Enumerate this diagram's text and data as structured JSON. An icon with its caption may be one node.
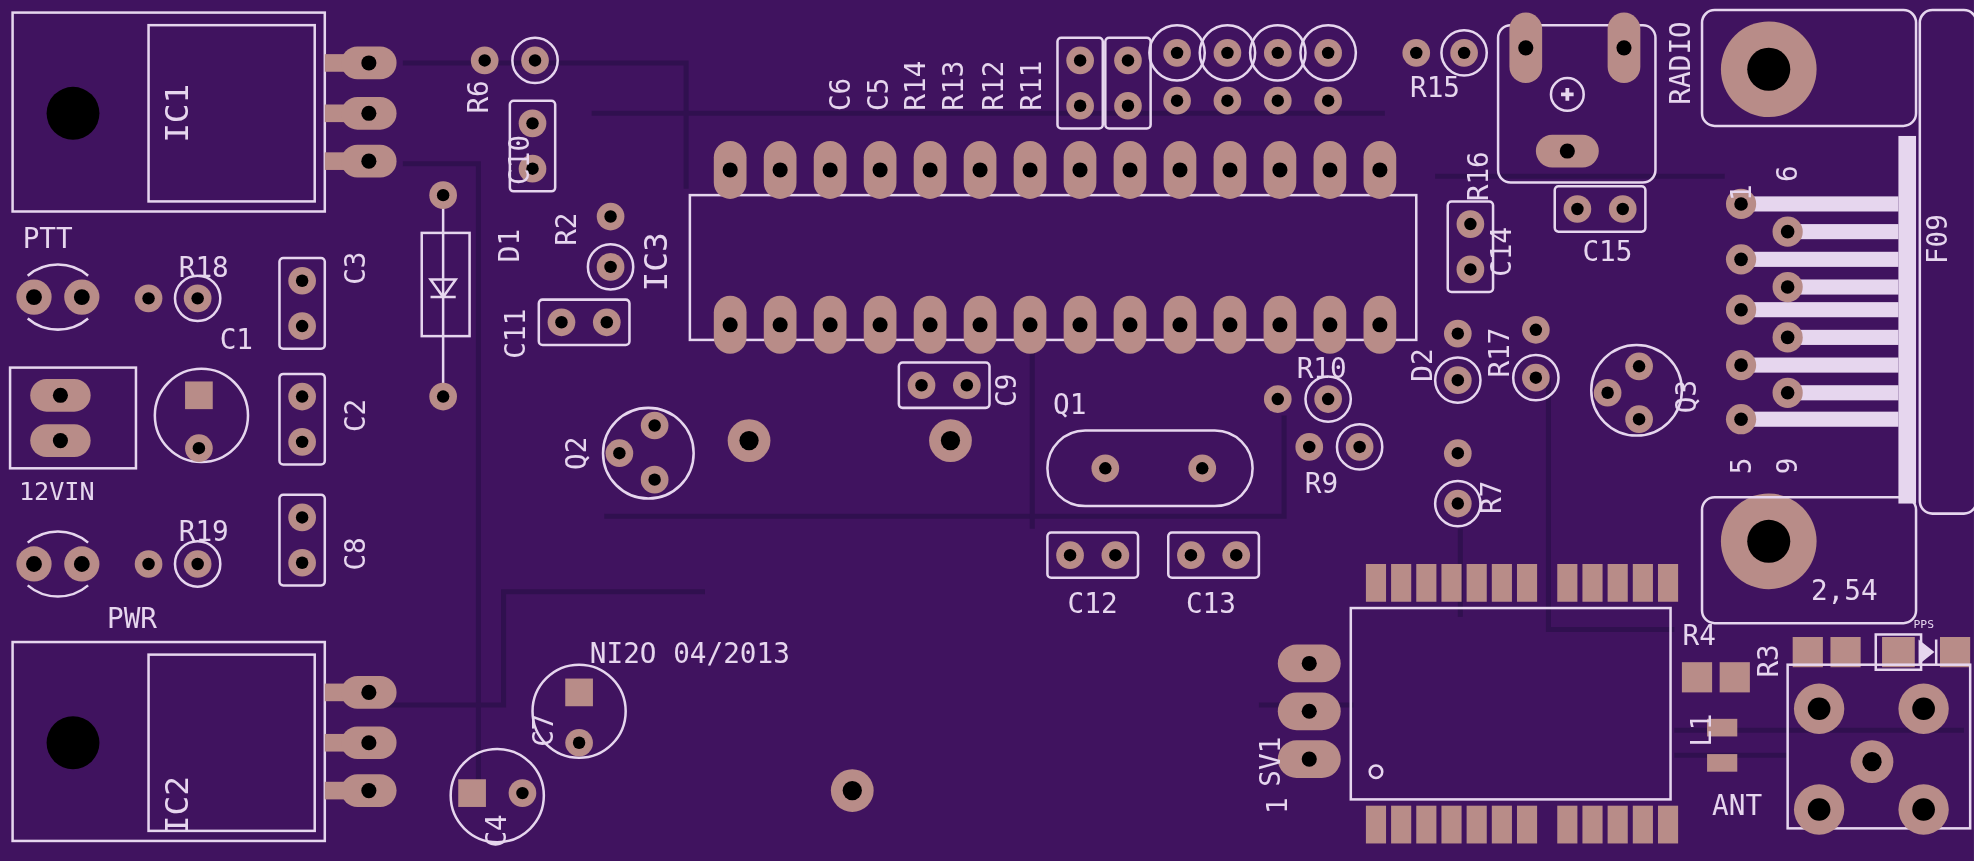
{
  "diagram": {
    "labels": [
      "IC1",
      "R6",
      "C10",
      "C6",
      "C5",
      "R14",
      "R13",
      "R12",
      "R11",
      "R15",
      "RADIO",
      "R16",
      "1",
      "6",
      "F09",
      "PTT",
      "R18",
      "R2",
      "D1",
      "IC3",
      "C3",
      "C14",
      "C15",
      "C1",
      "C11",
      "D2",
      "R17",
      "R10",
      "C2",
      "C9",
      "Q1",
      "Q3",
      "Q2",
      "12VIN",
      "R9",
      "R7",
      "5",
      "9",
      "R19",
      "C8",
      "C12",
      "C13",
      "2,54",
      "PWR",
      "NI2O 04/2013",
      "R4",
      "PPS",
      "R3",
      "C7",
      "SV1",
      "L1",
      "IC2",
      "C4",
      "1",
      "ANT"
    ]
  }
}
